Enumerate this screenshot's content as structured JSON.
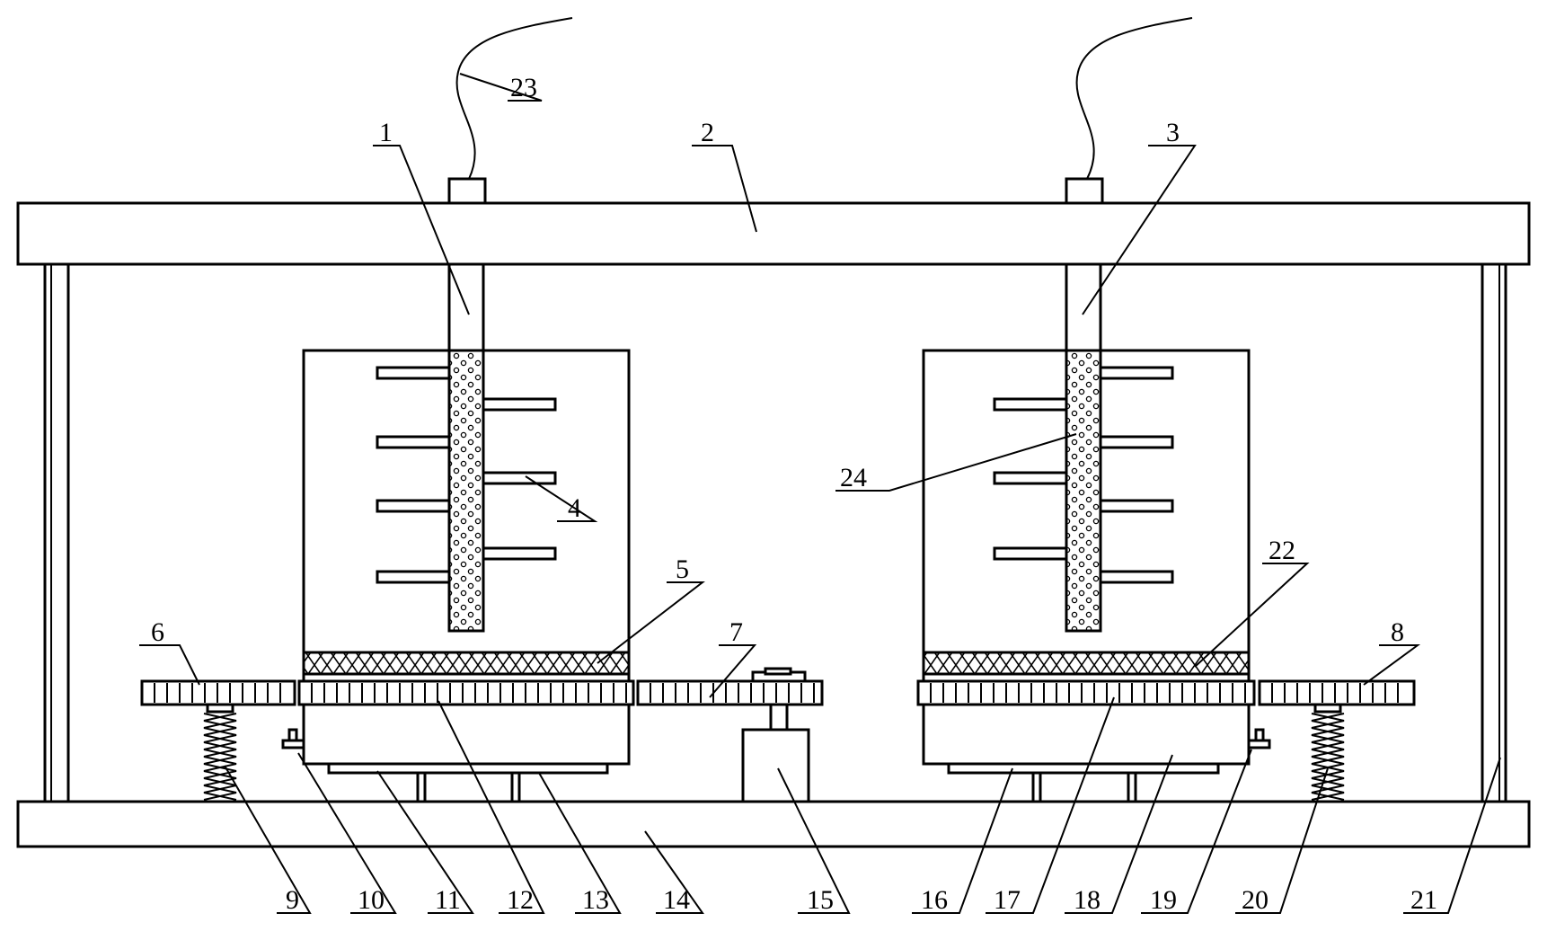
{
  "callouts": [
    {
      "id": "1",
      "text": "1"
    },
    {
      "id": "2",
      "text": "2"
    },
    {
      "id": "3",
      "text": "3"
    },
    {
      "id": "4",
      "text": "4"
    },
    {
      "id": "5",
      "text": "5"
    },
    {
      "id": "6",
      "text": "6"
    },
    {
      "id": "7",
      "text": "7"
    },
    {
      "id": "8",
      "text": "8"
    },
    {
      "id": "9",
      "text": "9"
    },
    {
      "id": "10",
      "text": "10"
    },
    {
      "id": "11",
      "text": "11"
    },
    {
      "id": "12",
      "text": "12"
    },
    {
      "id": "13",
      "text": "13"
    },
    {
      "id": "14",
      "text": "14"
    },
    {
      "id": "15",
      "text": "15"
    },
    {
      "id": "16",
      "text": "16"
    },
    {
      "id": "17",
      "text": "17"
    },
    {
      "id": "18",
      "text": "18"
    },
    {
      "id": "19",
      "text": "19"
    },
    {
      "id": "20",
      "text": "20"
    },
    {
      "id": "21",
      "text": "21"
    },
    {
      "id": "22",
      "text": "22"
    },
    {
      "id": "23",
      "text": "23"
    },
    {
      "id": "24",
      "text": "24"
    }
  ],
  "colors": {
    "line": "#000000",
    "background": "#ffffff"
  }
}
